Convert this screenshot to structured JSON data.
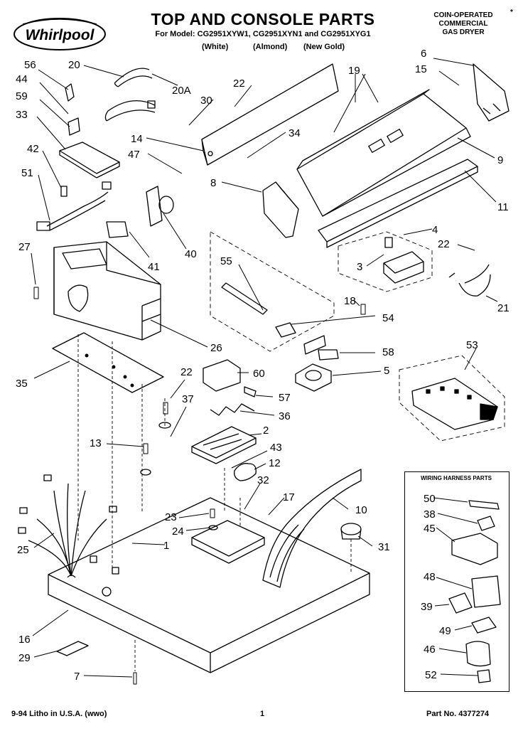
{
  "header": {
    "brand": "Whirlpool",
    "title": "TOP AND CONSOLE PARTS",
    "models": "For Model: CG2951XYW1, CG2951XYN1 and CG2951XYG1",
    "colors": [
      "(White)",
      "(Almond)",
      "(New Gold)"
    ],
    "dryer_type": [
      "COIN-OPERATED",
      "COMMERCIAL",
      "GAS DRYER"
    ],
    "asterisk": "*"
  },
  "wiring_harness": {
    "title": "WIRING HARNESS PARTS",
    "labels": [
      "50",
      "38",
      "45",
      "48",
      "39",
      "49",
      "46",
      "52"
    ]
  },
  "callouts": [
    "56",
    "44",
    "59",
    "33",
    "42",
    "51",
    "27",
    "20",
    "20A",
    "30",
    "22",
    "34",
    "14",
    "47",
    "8",
    "41",
    "40",
    "55",
    "19",
    "6",
    "15",
    "9",
    "11",
    "4",
    "22",
    "3",
    "18",
    "21",
    "54",
    "58",
    "5",
    "53",
    "26",
    "35",
    "60",
    "22",
    "57",
    "37",
    "36",
    "2",
    "13",
    "43",
    "12",
    "32",
    "17",
    "10",
    "23",
    "24",
    "1",
    "31",
    "25",
    "16",
    "29",
    "7"
  ],
  "footer": {
    "litho": "9-94 Litho in U.S.A. (wwo)",
    "page": "1",
    "part_no": "Part No. 4377274"
  }
}
